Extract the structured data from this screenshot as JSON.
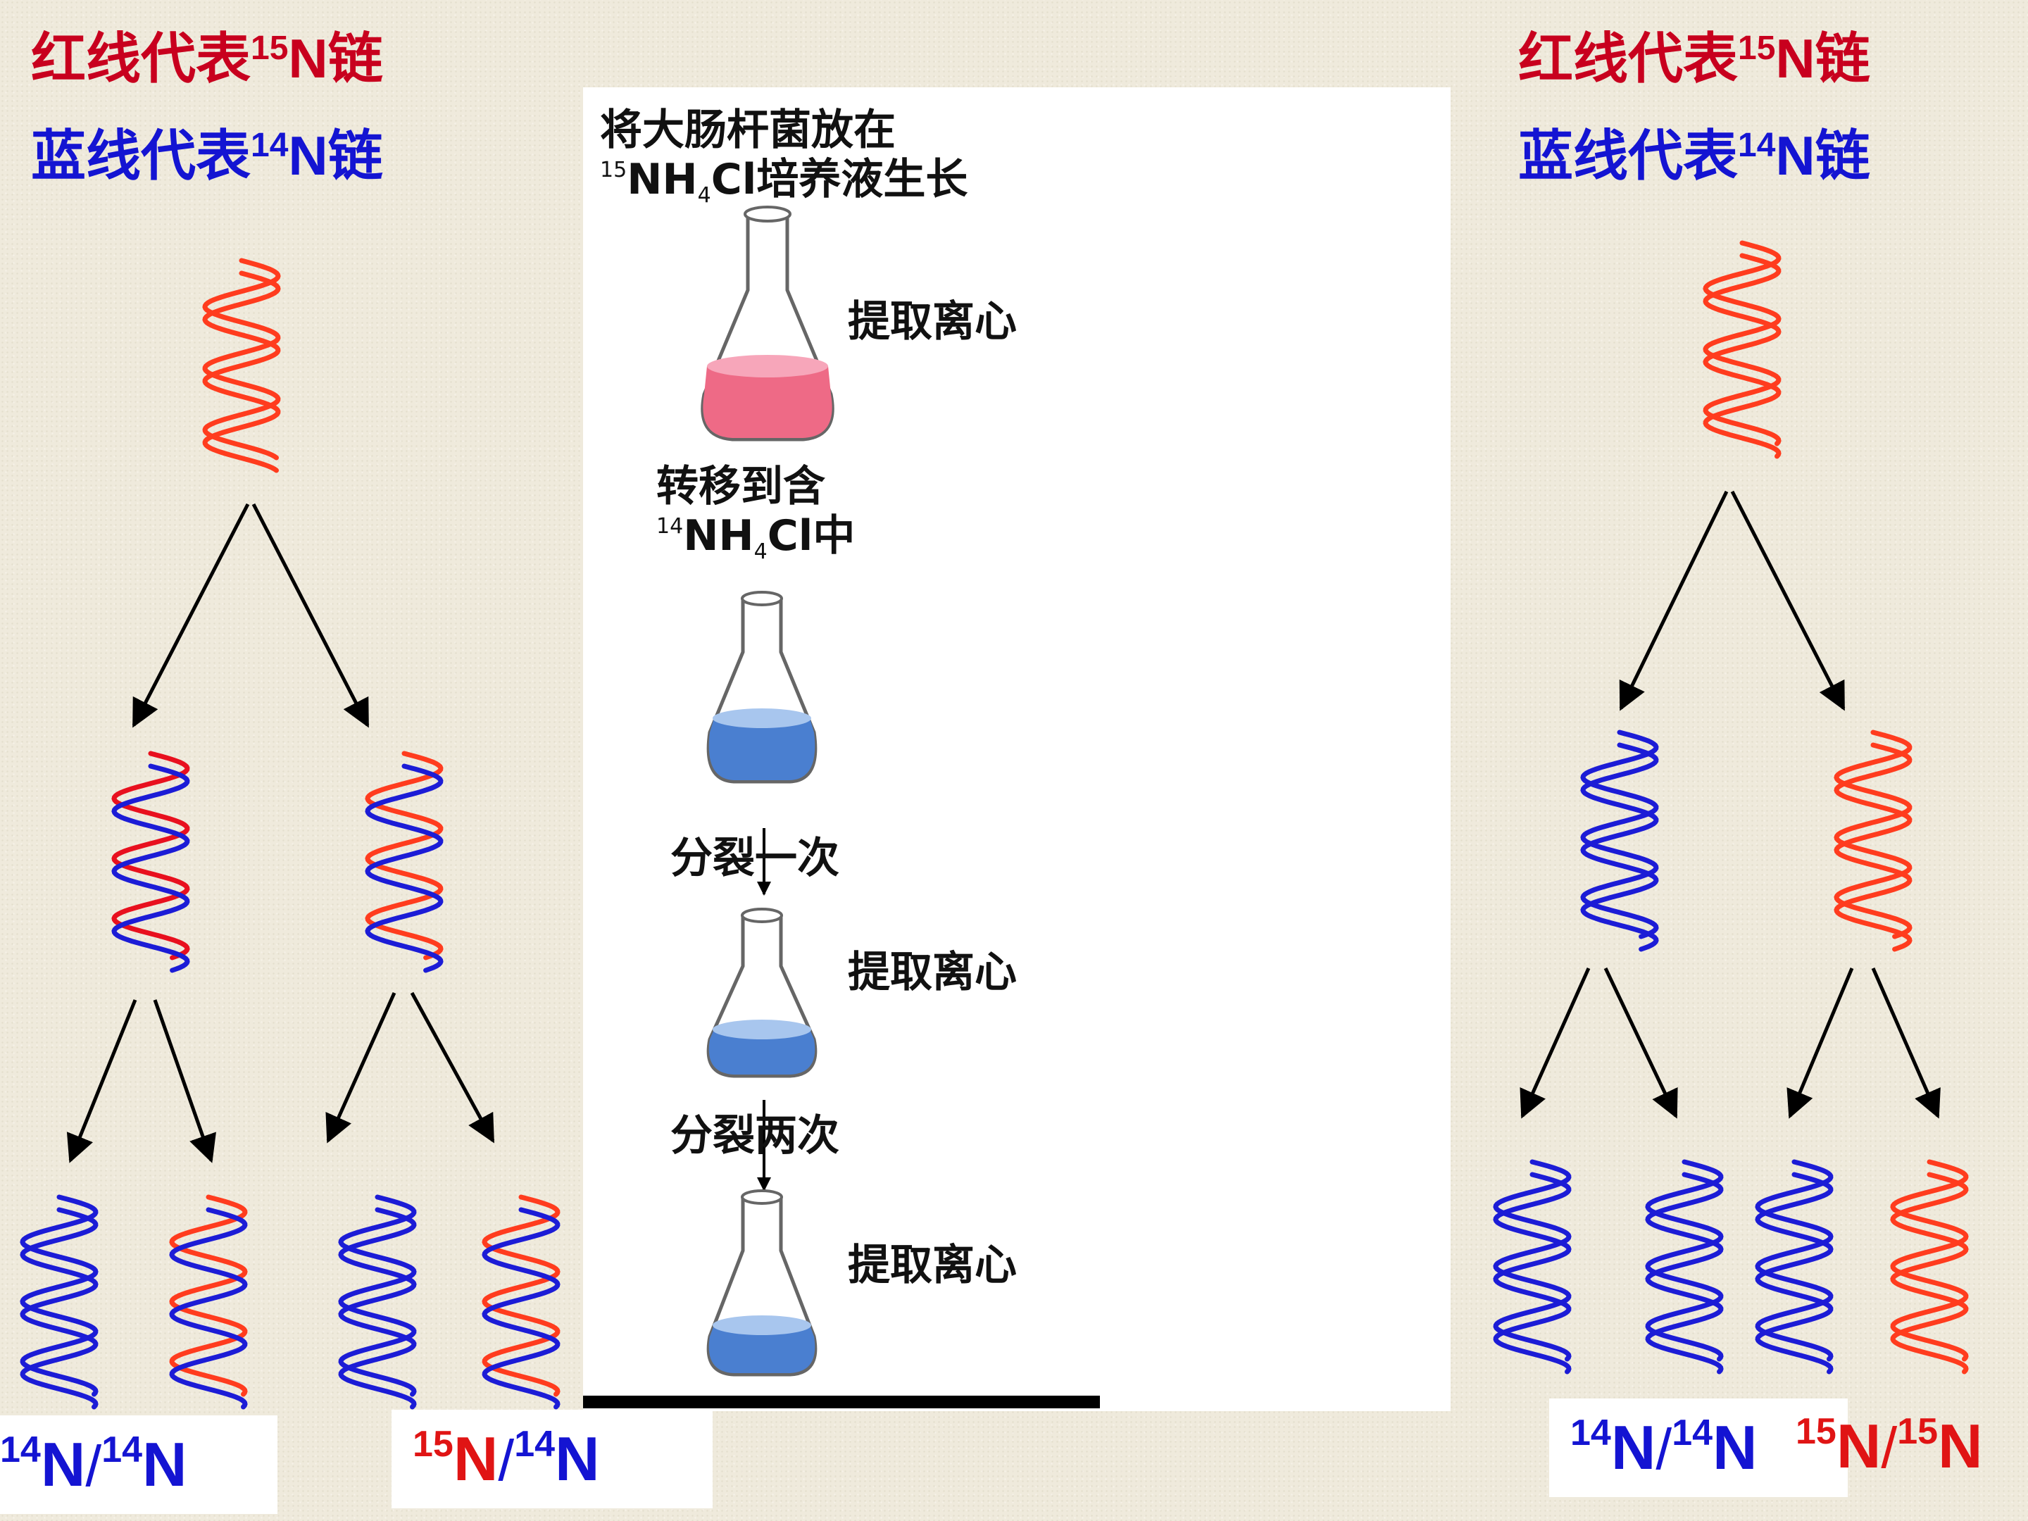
{
  "legend_left": {
    "red_line": {
      "text": "红线代表",
      "sup": "15",
      "n": "N",
      "tail": "链"
    },
    "blue_line": {
      "text": "蓝线代表",
      "sup": "14",
      "n": "N",
      "tail": "链"
    }
  },
  "legend_right": {
    "red_line": {
      "text": "红线代表",
      "sup": "15",
      "n": "N",
      "tail": "链"
    },
    "blue_line": {
      "text": "蓝线代表",
      "sup": "14",
      "n": "N",
      "tail": "链"
    }
  },
  "procedure": {
    "step1_line1": "将大肠杆菌放在",
    "step1_sup": "15",
    "step1_nh": "NH",
    "step1_sub": "4",
    "step1_line2_rest": "Cl培养液生长",
    "extract1": "提取离心",
    "transfer_line1": "转移到含",
    "transfer_sup": "14",
    "transfer_nh": "NH",
    "transfer_sub": "4",
    "transfer_rest": "Cl中",
    "divide_once": "分裂一次",
    "extract2": "提取离心",
    "divide_twice": "分裂两次",
    "extract3": "提取离心"
  },
  "result_labels": {
    "left_1": {
      "sup1": "14",
      "n1": "N",
      "slash": "/",
      "sup2": "14",
      "n2": "N"
    },
    "left_2": {
      "sup1": "15",
      "n1": "N",
      "slash": "/",
      "sup2": "14",
      "n2": "N"
    },
    "right_1": {
      "sup1": "14",
      "n1": "N",
      "slash": "/",
      "sup2": "14",
      "n2": "N"
    },
    "right_2": {
      "sup1": "15",
      "n1": "N",
      "slash": "/",
      "sup2": "15",
      "n2": "N"
    }
  },
  "colors": {
    "red_strand": "#ff3c1e",
    "blue_strand": "#1c1cd6",
    "hybrid_red": "#e8101e",
    "legend_red": "#c8001e",
    "legend_blue": "#1414d2",
    "arrow": "#000000",
    "flask_pink": "#ee6a86",
    "flask_blue": "#4a7fd0"
  }
}
